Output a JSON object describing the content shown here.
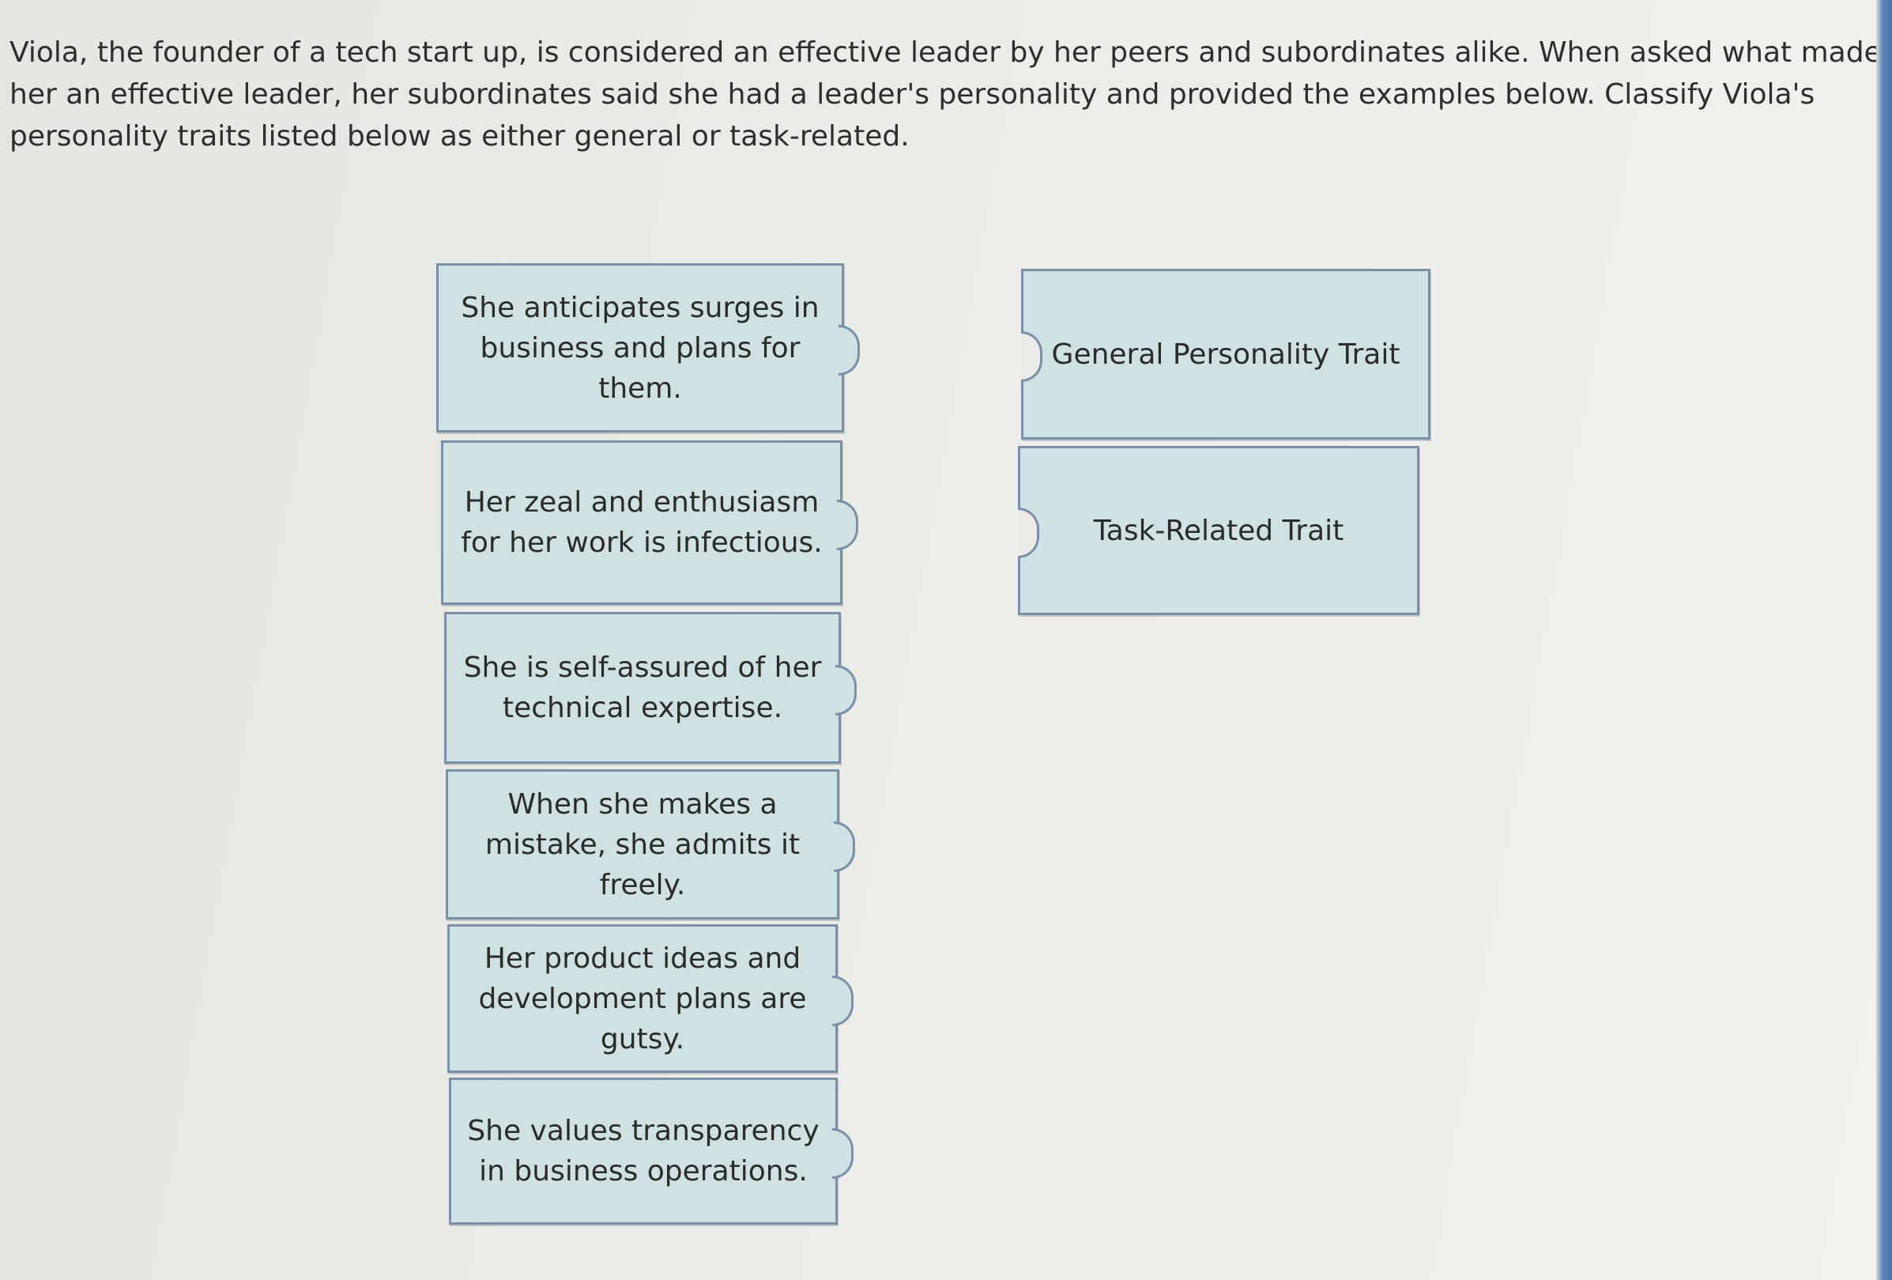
{
  "question": {
    "text": "Viola, the founder of a tech start up, is considered an effective leader by her peers and subordinates alike. When asked what made her an effective leader, her subordinates said she had a leader's personality and provided the examples below. Classify Viola's personality traits listed below as either general or task-related."
  },
  "items": [
    {
      "label": "She anticipates surges in business and plans for them."
    },
    {
      "label": "Her zeal and enthusiasm for her work is infectious."
    },
    {
      "label": "She is self-assured of her technical expertise."
    },
    {
      "label": "When she makes a mistake, she admits it freely."
    },
    {
      "label": "Her product ideas and development plans are gutsy."
    },
    {
      "label": "She values transparency in business operations."
    }
  ],
  "targets": [
    {
      "label": "General Personality Trait"
    },
    {
      "label": "Task-Related Trait"
    }
  ],
  "colors": {
    "tile_fill": "#cfe1e3",
    "tile_border": "#7a8fa8",
    "background": "#ebece7"
  }
}
